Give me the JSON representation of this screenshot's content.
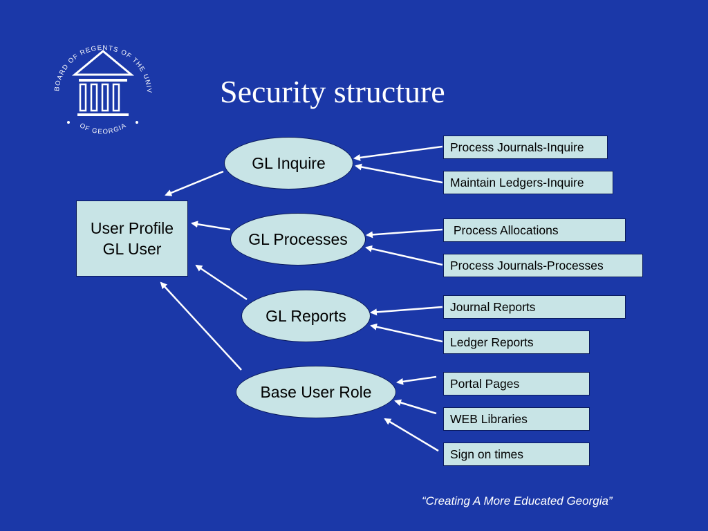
{
  "logo": {
    "ring_text": "BOARD OF REGENTS OF THE UNIVERSITY SYSTEM",
    "ring_text_bottom": "OF GEORGIA"
  },
  "title": "Security structure",
  "profile": {
    "line1": "User Profile",
    "line2": "GL User"
  },
  "roles": [
    {
      "label": "GL Inquire",
      "permissions": [
        "Process Journals-Inquire",
        "Maintain Ledgers-Inquire"
      ]
    },
    {
      "label": "GL Processes",
      "permissions": [
        " Process Allocations",
        "Process Journals-Processes"
      ]
    },
    {
      "label": "GL Reports",
      "permissions": [
        "Journal Reports",
        "Ledger Reports"
      ]
    },
    {
      "label": "Base User Role",
      "permissions": [
        "Portal Pages",
        "WEB Libraries",
        "Sign on times"
      ]
    }
  ],
  "footer": "“Creating A More Educated Georgia”",
  "colors": {
    "background": "#1b38a8",
    "box_fill": "#c8e4e6",
    "text_light": "#ffffff"
  }
}
